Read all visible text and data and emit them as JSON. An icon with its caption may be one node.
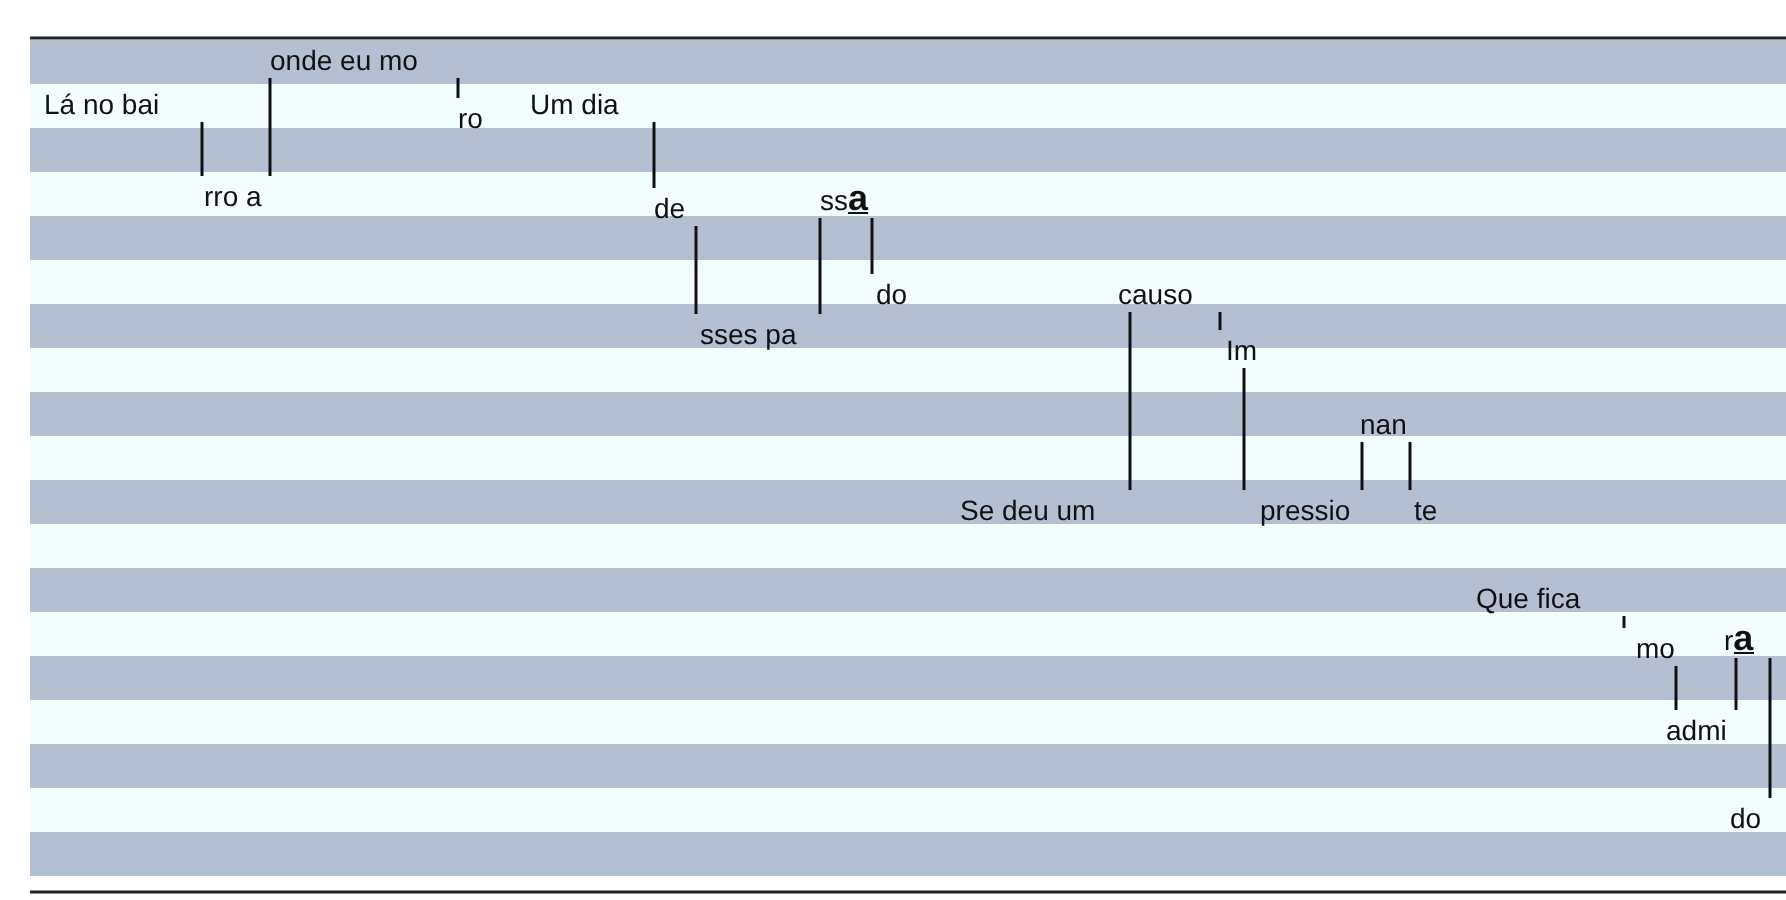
{
  "diagram": {
    "nodes": [
      {
        "text": [
          "Lá no bai"
        ]
      },
      {
        "text": [
          "onde eu mo"
        ]
      },
      {
        "text": [
          "ro"
        ]
      },
      {
        "text": [
          "Um dia"
        ]
      },
      {
        "text": [
          "rro a"
        ]
      },
      {
        "text": [
          "de"
        ]
      },
      {
        "text": [
          "ss**a**"
        ]
      },
      {
        "text": [
          "do"
        ]
      },
      {
        "text": [
          "sses pa"
        ]
      },
      {
        "text": [
          "causo"
        ]
      },
      {
        "text": [
          "Im"
        ]
      },
      {
        "text": [
          "Se deu um"
        ]
      },
      {
        "text": [
          "pressio"
        ]
      },
      {
        "text": [
          "nan"
        ]
      },
      {
        "text": [
          "te"
        ]
      },
      {
        "text": [
          "Que fica"
        ]
      },
      {
        "text": [
          "mo"
        ]
      },
      {
        "text": [
          "r**a**"
        ]
      },
      {
        "text": [
          "admi"
        ]
      },
      {
        "text": [
          "do"
        ]
      }
    ],
    "edges": [
      {
        "from": 0,
        "to": 4,
        "arrow": "none"
      },
      {
        "from": 4,
        "to": 1,
        "arrow": "none"
      },
      {
        "from": 1,
        "to": 2,
        "arrow": "none"
      },
      {
        "from": 3,
        "to": 5,
        "arrow": "none"
      },
      {
        "from": 5,
        "to": 8,
        "arrow": "none"
      },
      {
        "from": 8,
        "to": 6,
        "arrow": "none"
      },
      {
        "from": 6,
        "to": 7,
        "arrow": "none"
      },
      {
        "from": 11,
        "to": 9,
        "arrow": "none"
      },
      {
        "from": 9,
        "to": 10,
        "arrow": "none"
      },
      {
        "from": 10,
        "to": 12,
        "arrow": "none"
      },
      {
        "from": 12,
        "to": 13,
        "arrow": "none"
      },
      {
        "from": 13,
        "to": 14,
        "arrow": "none"
      },
      {
        "from": 15,
        "to": 16,
        "arrow": "none"
      },
      {
        "from": 16,
        "to": 18,
        "arrow": "none"
      },
      {
        "from": 18,
        "to": 17,
        "arrow": "none"
      },
      {
        "from": 17,
        "to": 19,
        "arrow": "none"
      }
    ]
  }
}
